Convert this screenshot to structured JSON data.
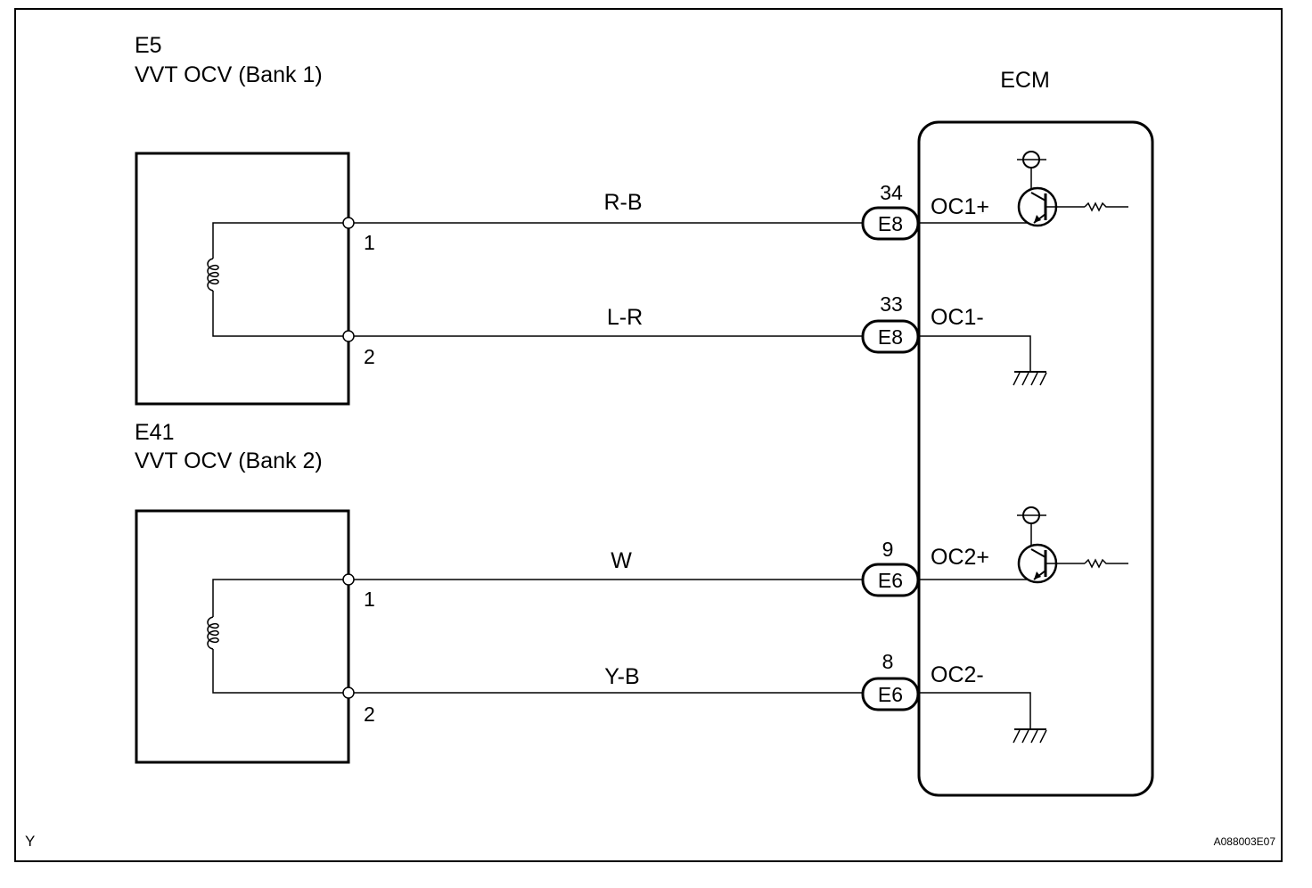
{
  "devices": [
    {
      "code": "E5",
      "name": "VVT OCV (Bank 1)"
    },
    {
      "code": "E41",
      "name": "VVT OCV (Bank 2)"
    }
  ],
  "ecm": {
    "title": "ECM"
  },
  "wires": [
    {
      "color": "R-B",
      "device_pin": "1",
      "ecm_pin": "34",
      "connector": "E8",
      "terminal": "OC1+"
    },
    {
      "color": "L-R",
      "device_pin": "2",
      "ecm_pin": "33",
      "connector": "E8",
      "terminal": "OC1-"
    },
    {
      "color": "W",
      "device_pin": "1",
      "ecm_pin": "9",
      "connector": "E6",
      "terminal": "OC2+"
    },
    {
      "color": "Y-B",
      "device_pin": "2",
      "ecm_pin": "8",
      "connector": "E6",
      "terminal": "OC2-"
    }
  ],
  "footer": {
    "left": "Y",
    "right": "A088003E07"
  }
}
